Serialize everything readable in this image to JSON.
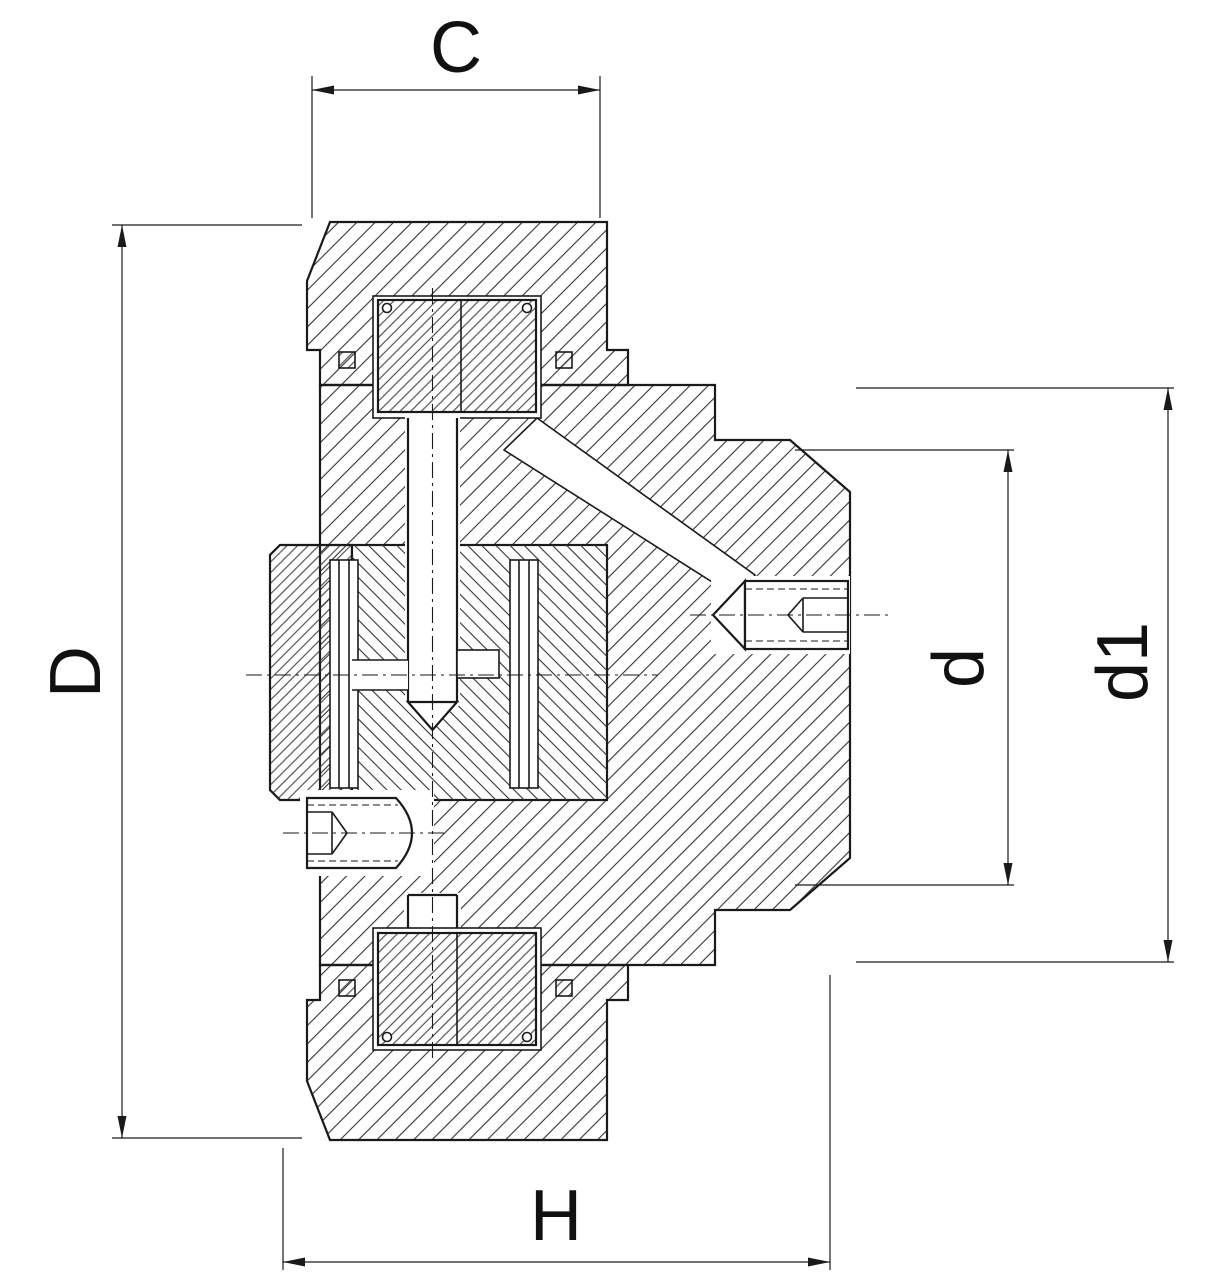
{
  "drawing": {
    "background_color": "#ffffff",
    "line_color": "#1a1a1a",
    "dimension_labels": {
      "top_width": "C",
      "overall_diameter": "D",
      "pilot_diameter": "d",
      "flange_diameter": "d1",
      "overall_length": "H"
    }
  }
}
